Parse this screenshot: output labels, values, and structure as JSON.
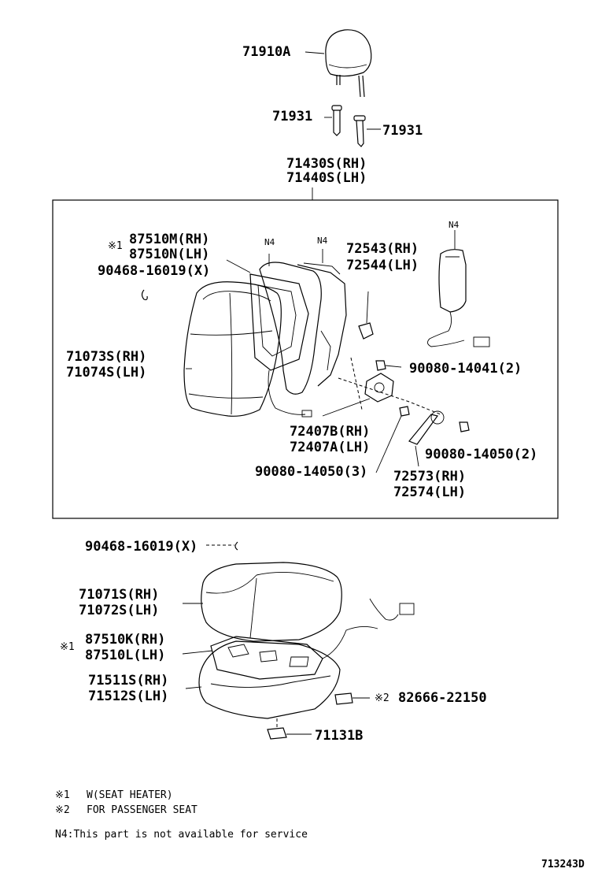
{
  "parts": {
    "headrest": "71910A",
    "guide_left": "71931",
    "guide_right": "71931",
    "frame_rh": "71430S(RH)",
    "frame_lh": "71440S(LH)",
    "heater_back_mark": "※1",
    "heater_back_rh": "87510M(RH)",
    "heater_back_lh": "87510N(LH)",
    "hog_ring_upper": "90468-16019(X)",
    "cover_back_rh": "71073S(RH)",
    "cover_back_lh": "71074S(LH)",
    "n4_left": "N4",
    "n4_mid": "N4",
    "n4_right": "N4",
    "hinge_cover_rh": "72543(RH)",
    "hinge_cover_lh": "72544(LH)",
    "bolt_14041": "90080-14041(2)",
    "recliner_rh": "72407B(RH)",
    "recliner_lh": "72407A(LH)",
    "bolt_14050_3": "90080-14050(3)",
    "bolt_14050_2": "90080-14050(2)",
    "lever_rh": "72573(RH)",
    "lever_lh": "72574(LH)",
    "hog_ring_lower": "90468-16019(X)",
    "cover_cushion_rh": "71071S(RH)",
    "cover_cushion_lh": "71072S(LH)",
    "heater_cushion_mark": "※1",
    "heater_cushion_rh": "87510K(RH)",
    "heater_cushion_lh": "87510L(LH)",
    "pad_rh": "71511S(RH)",
    "pad_lh": "71512S(LH)",
    "sensor_mark": "※2",
    "sensor": "82666-22150",
    "clip": "71131B"
  },
  "notes": [
    {
      "mark": "※1",
      "text": "W(SEAT HEATER)"
    },
    {
      "mark": "※2",
      "text": "FOR PASSENGER SEAT"
    }
  ],
  "n4_note": "N4:This part is not available for service",
  "diagram_code": "713243D"
}
